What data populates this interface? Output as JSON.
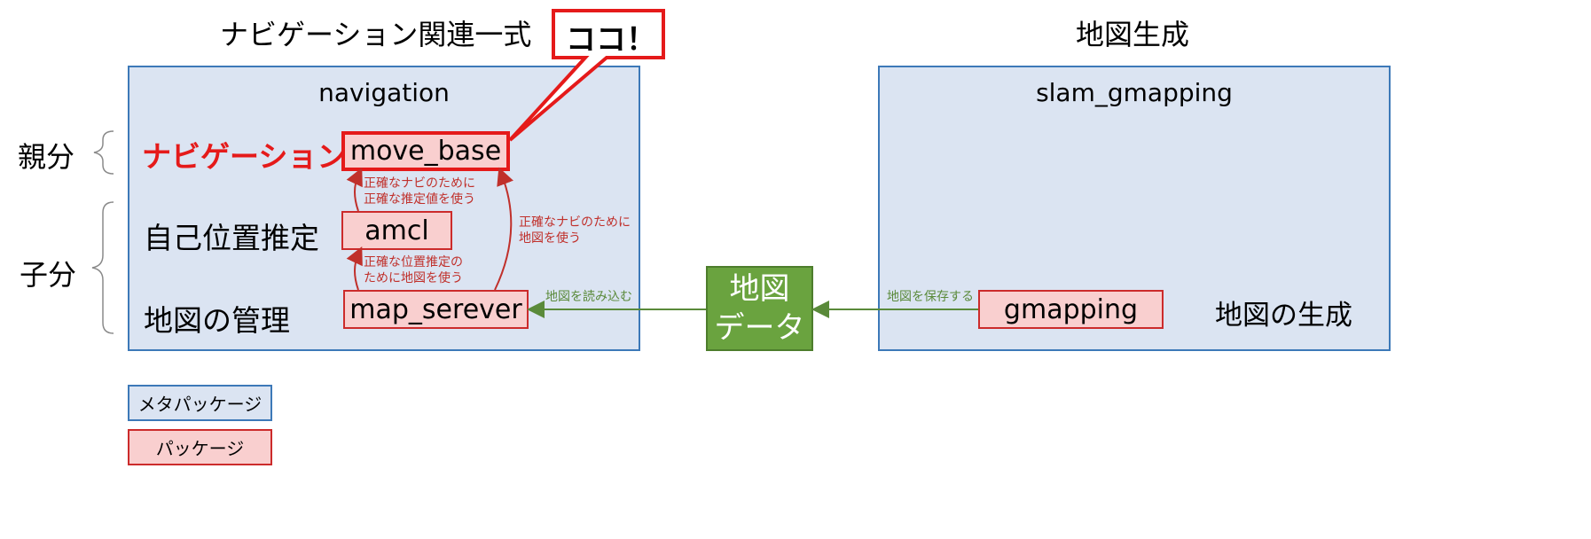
{
  "headers": {
    "nav_group": "ナビゲーション関連一式",
    "map_group": "地図生成"
  },
  "callout": {
    "text": "ココ！"
  },
  "navigation": {
    "name": "navigation",
    "roles": {
      "navigation": "ナビゲーション",
      "localization": "自己位置推定",
      "map_management": "地図の管理"
    },
    "packages": {
      "move_base": "move_base",
      "amcl": "amcl",
      "map_server": "map_serever"
    },
    "notes": {
      "amcl_to_move_base_1": "正確なナビのために",
      "amcl_to_move_base_2": "正確な推定値を使う",
      "map_to_amcl_1": "正確な位置推定の",
      "map_to_amcl_2": "ために地図を使う",
      "map_to_move_base_1": "正確なナビのために",
      "map_to_move_base_2": "地図を使う",
      "load_map": "地図を読み込む"
    }
  },
  "side_labels": {
    "parent": "親分",
    "child": "子分"
  },
  "map_data": {
    "line1": "地図",
    "line2": "データ"
  },
  "slam": {
    "name": "slam_gmapping",
    "package": "gmapping",
    "role": "地図の生成",
    "note_save": "地図を保存する"
  },
  "legend": {
    "meta_package": "メタパッケージ",
    "package": "パッケージ"
  },
  "colors": {
    "meta_fill": "#dbe4f2",
    "meta_border": "#3d79b8",
    "pkg_fill": "#f9cfcf",
    "pkg_border": "#cc2b2b",
    "highlight": "#e51a1a",
    "arrow_red": "#c0302b",
    "arrow_green": "#5a8a3a",
    "data_fill": "#6aa33f"
  }
}
